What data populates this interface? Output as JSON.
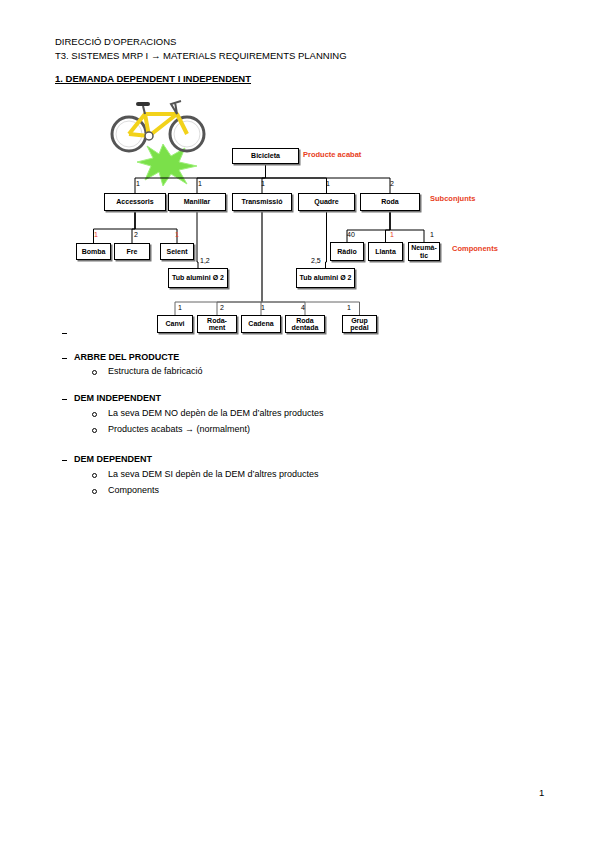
{
  "diagram": {
    "title": "1. DEMANDA DEPENDENT I INDEPENDENT",
    "nodes": [
      {
        "text": [
          "Bicicleta"
        ]
      },
      {
        "text": [
          "Accessoris"
        ]
      },
      {
        "text": [
          "Manillar"
        ]
      },
      {
        "text": [
          "Transmissió"
        ]
      },
      {
        "text": [
          "Quadre"
        ]
      },
      {
        "text": [
          "Roda"
        ]
      },
      {
        "text": [
          "Bomba"
        ]
      },
      {
        "text": [
          "Fre"
        ]
      },
      {
        "text": [
          "Seient"
        ]
      },
      {
        "text": [
          "Tub alumini Ø 2"
        ]
      },
      {
        "text": [
          "Ràdio"
        ]
      },
      {
        "text": [
          "Llanta"
        ]
      },
      {
        "text": [
          "Neumà-tic"
        ]
      },
      {
        "text": [
          "Tub alumini Ø 2"
        ]
      },
      {
        "text": [
          "Canvi"
        ]
      },
      {
        "text": [
          "Roda-ment"
        ]
      },
      {
        "text": [
          "Cadena"
        ]
      },
      {
        "text": [
          "Roda dentada"
        ]
      },
      {
        "text": [
          "Grup pedal"
        ]
      }
    ],
    "edges": [
      {
        "from": 0,
        "to": 1,
        "arrow": "none"
      },
      {
        "from": 0,
        "to": 2,
        "arrow": "none"
      },
      {
        "from": 0,
        "to": 3,
        "arrow": "none"
      },
      {
        "from": 0,
        "to": 4,
        "arrow": "none"
      },
      {
        "from": 0,
        "to": 5,
        "arrow": "none"
      },
      {
        "from": 1,
        "to": 6,
        "arrow": "none"
      },
      {
        "from": 1,
        "to": 7,
        "arrow": "none"
      },
      {
        "from": 1,
        "to": 8,
        "arrow": "none"
      },
      {
        "from": 2,
        "to": 9,
        "arrow": "none"
      },
      {
        "from": 5,
        "to": 10,
        "arrow": "none"
      },
      {
        "from": 5,
        "to": 11,
        "arrow": "none"
      },
      {
        "from": 5,
        "to": 12,
        "arrow": "none"
      },
      {
        "from": 4,
        "to": 13,
        "arrow": "none"
      },
      {
        "from": 3,
        "to": 14,
        "arrow": "none"
      },
      {
        "from": 3,
        "to": 15,
        "arrow": "none"
      },
      {
        "from": 3,
        "to": 16,
        "arrow": "none"
      },
      {
        "from": 3,
        "to": 17,
        "arrow": "none"
      },
      {
        "from": 3,
        "to": 18,
        "arrow": "none"
      }
    ],
    "labels": [
      "DIRECCIÓ D’OPERACIONS",
      "T3. SISTEMES MRP I → MATERIALS REQUIREMENTS PLANNING",
      "Producte acabat",
      "1",
      "1",
      "1",
      "1",
      "2",
      "Subconjunts",
      "1",
      "2",
      "1",
      "1,2",
      "2,5",
      "40",
      "1",
      "1",
      "Components",
      "1",
      "2",
      "1",
      "4",
      "1",
      "ARBRE DEL PRODUCTE",
      "Estructura de fabricació",
      "DEM INDEPENDENT",
      "La seva DEM NO depèn de la DEM d’altres productes",
      "Productes acabats → (normalment)",
      "DEM DEPENDENT",
      "La seva DEM SI depèn de la DEM d’altres productes",
      "Components",
      "1"
    ]
  }
}
